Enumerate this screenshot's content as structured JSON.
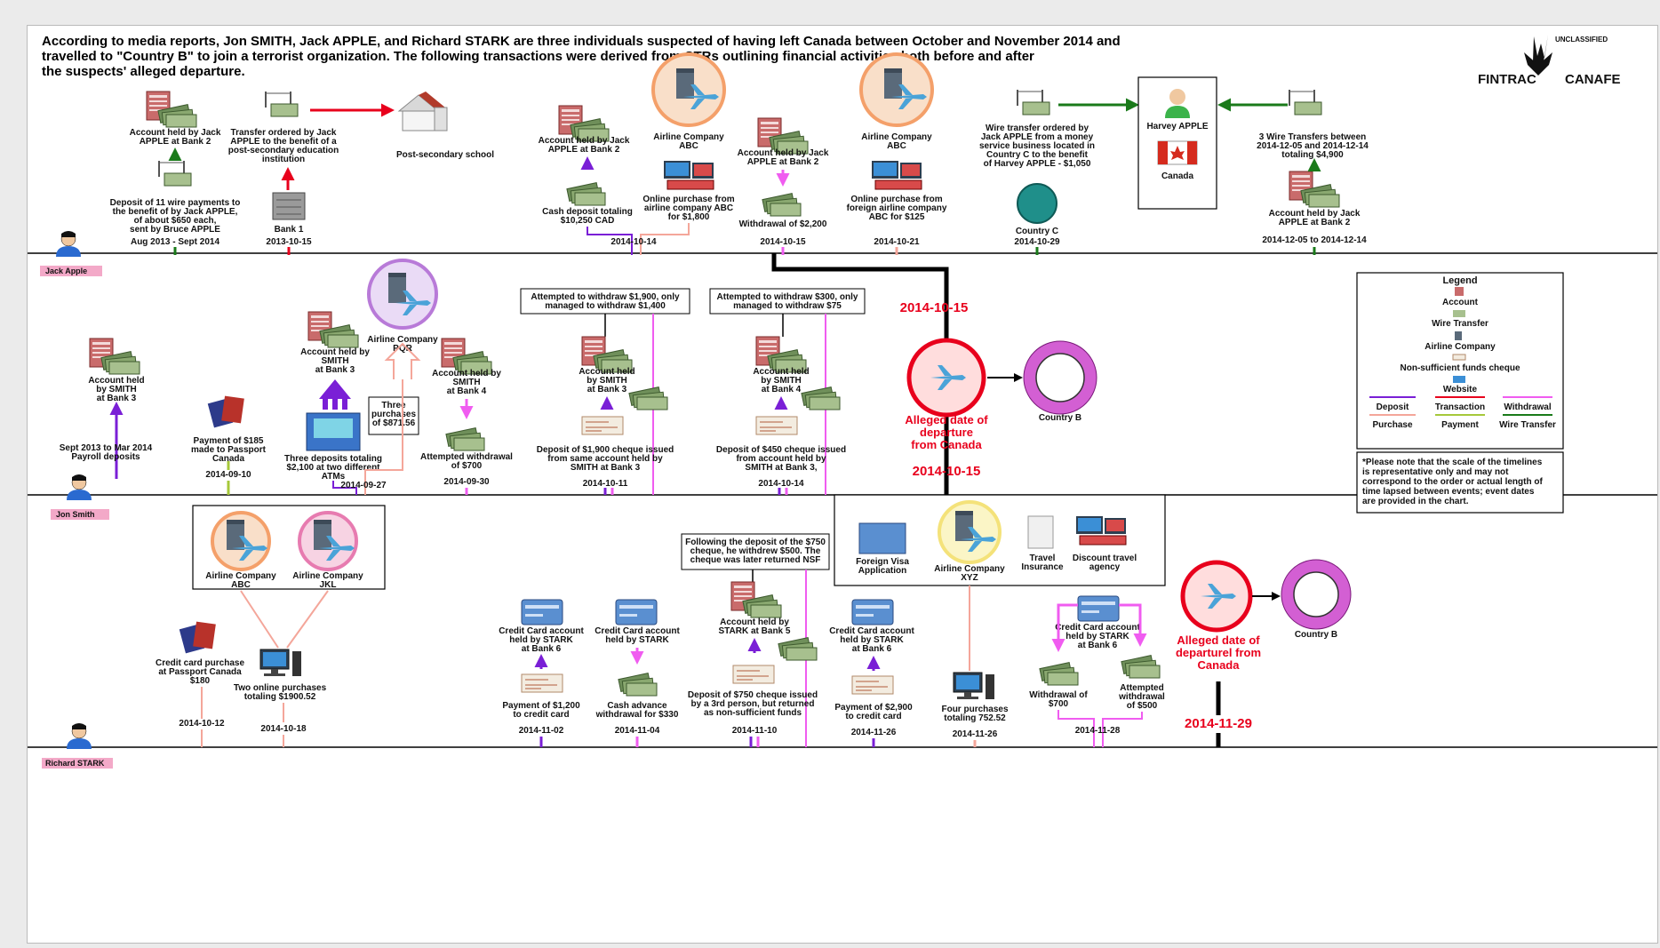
{
  "header": {
    "line1": "According to media reports, Jon SMITH, Jack APPLE, and Richard STARK are three individuals suspected of having left Canada between October and November 2014 and",
    "line2": "travelled to \"Country B\" to join a terrorist organization.  The following transactions were derived from STRs outlining financial activities both before and after",
    "line3": "the suspects' alleged departure.",
    "classification": "UNCLASSIFIED",
    "logo_left": "FINTRAC",
    "logo_right": "CANAFE"
  },
  "persons": {
    "jack": "Jack Apple",
    "jon": "Jon Smith",
    "richard": "Richard STARK"
  },
  "jack": {
    "acct_bank2_a": [
      "Account held by Jack",
      "APPLE at Bank 2"
    ],
    "deposit11": [
      "Deposit of 11 wire payments to",
      "the benefit of by Jack APPLE,",
      "of about $650 each,",
      "sent by Bruce APPLE"
    ],
    "date_deposit11": "Aug 2013 - Sept 2014",
    "transfer_edu": [
      "Transfer ordered by Jack",
      "APPLE to the benefit of a",
      "post-secondary education",
      "institution"
    ],
    "school": "Post-secondary school",
    "bank1": "Bank 1",
    "date_bank1": "2013-10-15",
    "acct_bank2_b": [
      "Account held by Jack",
      "APPLE at Bank 2"
    ],
    "cash_deposit": [
      "Cash deposit totaling",
      "$10,250 CAD"
    ],
    "airline_abc": [
      "Airline Company",
      "ABC"
    ],
    "online_abc": [
      "Online purchase from",
      "airline company ABC",
      "for $1,800"
    ],
    "date_1014": "2014-10-14",
    "acct_bank2_c": [
      "Account held by Jack",
      "APPLE at Bank 2"
    ],
    "withdrawal_2200": "Withdrawal of $2,200",
    "date_1015": "2014-10-15",
    "airline_abc2": [
      "Airline Company",
      "ABC"
    ],
    "online_foreign": [
      "Online purchase from",
      "foreign airline company",
      "ABC for $125"
    ],
    "date_1021": "2014-10-21",
    "wire_country_c": [
      "Wire transfer ordered by",
      "Jack APPLE from a money",
      "service business located in",
      "Country C to the benefit",
      "of Harvey APPLE  - $1,050"
    ],
    "country_c": "Country C",
    "date_1029": "2014-10-29",
    "harvey": "Harvey APPLE",
    "canada": "Canada",
    "three_wires": [
      "3 Wire Transfers between",
      "2014-12-05 and 2014-12-14",
      "totaling $4,900"
    ],
    "acct_bank2_d": [
      "Account held by Jack",
      "APPLE at Bank 2"
    ],
    "date_dec": "2014-12-05 to 2014-12-14"
  },
  "jon": {
    "acct_bank3_a": [
      "Account held",
      "by SMITH",
      "at Bank 3"
    ],
    "payroll": [
      "Sept 2013 to Mar 2014",
      "Payroll deposits"
    ],
    "passport": [
      "Payment of $185",
      "made to Passport",
      "Canada"
    ],
    "date_0910": "2014-09-10",
    "acct_bank3_b": [
      "Account held by",
      "SMITH",
      "at Bank 3"
    ],
    "three_deposits": [
      "Three deposits totaling",
      "$2,100 at two different",
      "ATMs"
    ],
    "airline_pqr": [
      "Airline Company",
      "PQR"
    ],
    "three_purchases": [
      "Three",
      "purchases",
      "of $871.56"
    ],
    "date_0927": "2014-09-27",
    "acct_bank4_a": [
      "Account held by",
      "SMITH",
      "at Bank 4"
    ],
    "attempt_700": [
      "Attempted withdrawal",
      "of $700"
    ],
    "date_0930": "2014-09-30",
    "box_1900": [
      "Attempted to withdraw $1,900, only",
      "managed to withdraw $1,400"
    ],
    "acct_bank3_c": [
      "Account held",
      "by SMITH",
      "at Bank 3"
    ],
    "dep_1900": [
      "Deposit of $1,900 cheque issued",
      "from same account held by",
      "SMITH at Bank 3"
    ],
    "date_1011": "2014-10-11",
    "box_300": [
      "Attempted to withdraw $300, only",
      "managed to withdraw $75"
    ],
    "acct_bank4_b": [
      "Account held",
      "by SMITH",
      "at Bank 4"
    ],
    "dep_450": [
      "Deposit of $450 cheque issued",
      "from account held by",
      "SMITH at Bank 3,"
    ],
    "date_1014": "2014-10-14",
    "departure_date_top": "2014-10-15",
    "departure": [
      "Alleged date of",
      "departure",
      "from Canada"
    ],
    "departure_date_bottom": "2014-10-15",
    "country_b": "Country B"
  },
  "legend": {
    "title": "Legend",
    "items": [
      "Account",
      "Wire Transfer",
      "Airline Company",
      "Non-sufficient funds cheque",
      "Website"
    ],
    "lines": [
      "Deposit",
      "Transaction",
      "Withdrawal",
      "Purchase",
      "Payment",
      "Wire Transfer"
    ],
    "colors": {
      "deposit": "#7a1fd6",
      "transaction": "#e8001c",
      "withdrawal": "#f05cf0",
      "purchase": "#f4a69a",
      "payment": "#a6c83a",
      "wire": "#1a7a1a"
    }
  },
  "note": [
    "*Please note that the scale of the timelines",
    "is representative only and may not",
    "correspond to the order or actual length of",
    "time lapsed between events; event dates",
    "are provided in the chart."
  ],
  "richard": {
    "airline_abc": [
      "Airline Company",
      "ABC"
    ],
    "airline_jkl": [
      "Airline Company",
      "JKL"
    ],
    "cc_passport": [
      "Credit card purchase",
      "at Passport Canada",
      "$180"
    ],
    "date_1012": "2014-10-12",
    "two_online": [
      "Two online purchases",
      "totaling $1900.52"
    ],
    "date_1018": "2014-10-18",
    "cc_bank6_a": [
      "Credit Card account",
      "held by STARK",
      "at Bank 6"
    ],
    "payment_1200": [
      "Payment of $1,200",
      "to credit card"
    ],
    "date_1102": "2014-11-02",
    "cc_stark": [
      "Credit Card account",
      "held by STARK"
    ],
    "cash_advance": [
      "Cash advance",
      "withdrawal for $330"
    ],
    "date_1104": "2014-11-04",
    "box_750": [
      "Following the deposit of the $750",
      "cheque, he withdrew $500. The",
      "cheque was later returned NSF"
    ],
    "acct_bank5": [
      "Account held by",
      "STARK at Bank 5"
    ],
    "dep_750": [
      "Deposit of $750 cheque issued",
      "by a 3rd person, but returned",
      "as non-sufficient funds"
    ],
    "date_1110": "2014-11-10",
    "cc_bank6_b": [
      "Credit Card account",
      "held by STARK",
      "at Bank 6"
    ],
    "payment_2900": [
      "Payment of $2,900",
      "to credit card"
    ],
    "date_1126a": "2014-11-26",
    "visa": [
      "Foreign Visa",
      "Application"
    ],
    "airline_xyz": [
      "Airline Company",
      "XYZ"
    ],
    "travel_ins": [
      "Travel",
      "Insurance"
    ],
    "discount": [
      "Discount travel",
      "agency"
    ],
    "four_purchases": [
      "Four purchases",
      "totaling 752.52"
    ],
    "date_1126b": "2014-11-26",
    "cc_bank6_c": [
      "Credit Card account",
      "held by STARK",
      "at Bank 6"
    ],
    "withdraw_700": [
      "Withdrawal of",
      "$700"
    ],
    "attempt_500": [
      "Attempted",
      "withdrawal",
      "of $500"
    ],
    "date_1128": "2014-11-28",
    "departure": [
      "Alleged date of",
      "departurel from",
      "Canada"
    ],
    "departure_date": "2014-11-29",
    "country_b": "Country B"
  }
}
